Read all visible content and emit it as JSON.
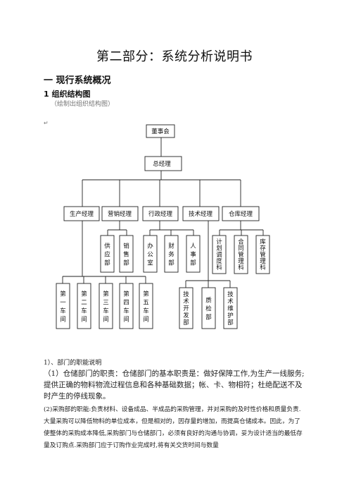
{
  "page": {
    "title": "第二部分：系统分析说明书",
    "section_heading": "一  现行系统概况",
    "subsection_heading": "1  组织结构图",
    "instruction": "（绘制出组织结构图）",
    "paragraph_mark": "↵"
  },
  "org_chart": {
    "board": "董事会",
    "gm": "总经理",
    "departments": [
      "生产经理",
      "营销经理",
      "行政经理",
      "技术经理",
      "仓库经理"
    ],
    "sales_units": [
      "供应部",
      "销售部"
    ],
    "admin_units": [
      "办公室",
      "财务部",
      "人事部"
    ],
    "warehouse_units": [
      "计划调度科",
      "合同管理科",
      "库存管理科"
    ],
    "workshops": [
      "第一车间",
      "第二车间",
      "第三车间",
      "第四车间",
      "第五车间"
    ],
    "tech_units": [
      "技术开发部",
      "质检部",
      "技术维护部"
    ]
  },
  "text": {
    "list_item": "1）、部门的职能说明",
    "para1": "（1）仓储部门的职责：仓储部门的基本职责是：做好保障工作,为生产一线服务;提供正确的物料物流过程信息和各种基础数据；帐、卡、物相符；杜绝配送不及时产生的停线现象。",
    "para2": "(2)采购部的职能:负责材料、设备成品、半成品的采购管理，并对采购的及时性价格和质量负责.大量采购可以降低物料的单位成本，但是相对的，因存量的增加，而提高仓储成本。因此，为了使整体的采购成本降低,采购部门与仓储部门，必须有良好的沟通与协调，妥为设计适当的最低存量及订购点.采购部门应于订购作业完成时,将有关交货时间与数量"
  }
}
